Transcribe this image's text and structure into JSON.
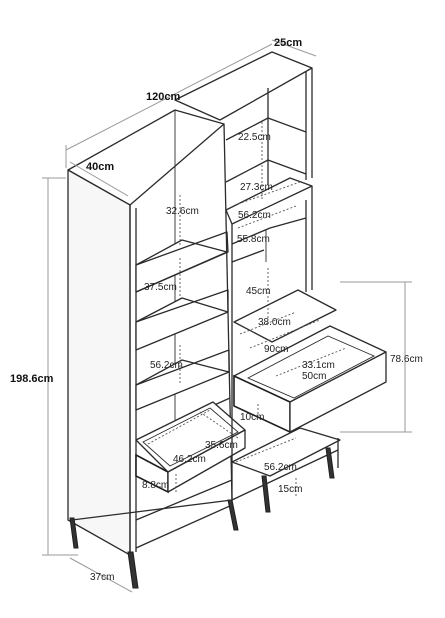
{
  "dimensions": {
    "total_width": "120cm",
    "depth_top": "25cm",
    "left_depth": "40cm",
    "total_height": "198.6cm",
    "left_shelf_1": "32.6cm",
    "left_shelf_2": "37.5cm",
    "left_shelf_3": "56.2cm",
    "left_drawer_width": "46.2cm",
    "left_drawer_depth": "35.6cm",
    "left_drawer_height": "8.8cm",
    "base_depth": "37cm",
    "right_shelf_1": "22.5cm",
    "right_shelf_2": "27.3cm",
    "right_inner_width": "56.2cm",
    "right_inner_width_2": "55.8cm",
    "right_cabinet_height": "45cm",
    "right_drawer_depth": "38.0cm",
    "right_drawer_width": "90cm",
    "right_drawer_inner": "33.1cm",
    "right_drawer_inner_2": "50cm",
    "right_drawer_front": "10cm",
    "right_base_width": "56.2cm",
    "right_leg_height": "15cm",
    "right_section_height": "78.6cm"
  }
}
